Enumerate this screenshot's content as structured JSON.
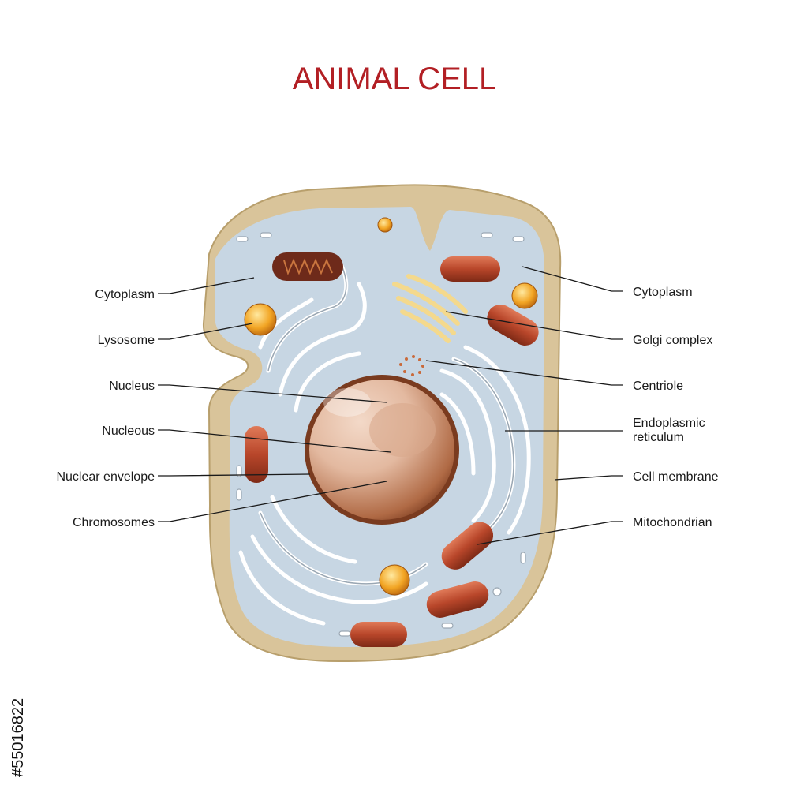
{
  "title": "ANIMAL CELL",
  "stock_id": "#55016822",
  "colors": {
    "title": "#b21f24",
    "membrane": "#d9c49a",
    "cytoplasm": "#c7d6e3",
    "nucleus": "#a85a34",
    "mitochondria": "#b8462a",
    "lysosome": "#f0a21c",
    "golgi": "#f4d98d"
  },
  "labels_left": [
    {
      "id": "cytoplasm-left",
      "text": "Cytoplasm"
    },
    {
      "id": "lysosome",
      "text": "Lysosome"
    },
    {
      "id": "nucleus",
      "text": "Nucleus"
    },
    {
      "id": "nucleous",
      "text": "Nucleous"
    },
    {
      "id": "nuclear-envelope",
      "text": "Nuclear envelope"
    },
    {
      "id": "chromosomes",
      "text": "Chromosomes"
    }
  ],
  "labels_right": [
    {
      "id": "cytoplasm-right",
      "text": "Cytoplasm"
    },
    {
      "id": "golgi-complex",
      "text": "Golgi complex"
    },
    {
      "id": "centriole",
      "text": "Centriole"
    },
    {
      "id": "er-line1",
      "text": "Endoplasmic"
    },
    {
      "id": "er-line2",
      "text": "reticulum"
    },
    {
      "id": "cell-membrane",
      "text": "Cell membrane"
    },
    {
      "id": "mitochondrian",
      "text": "Mitochondrian"
    }
  ]
}
